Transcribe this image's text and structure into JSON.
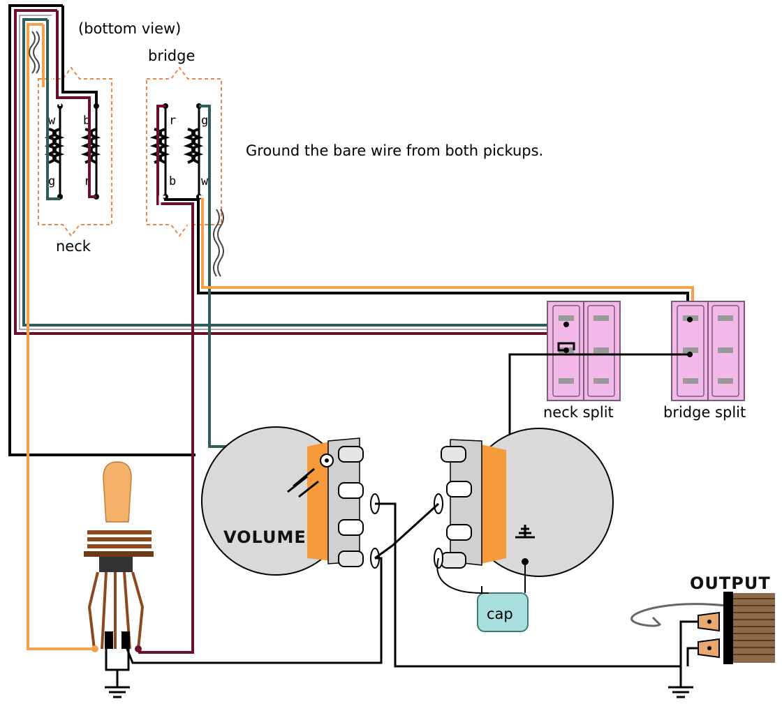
{
  "labels": {
    "view_note": "(bottom view)",
    "bridge_label": "bridge",
    "neck_label": "neck",
    "ground_note": "Ground the bare wire from both pickups.",
    "neck_split": "neck split",
    "bridge_split": "bridge split",
    "volume": "VOLUME",
    "cap": "cap",
    "output": "OUTPUT"
  },
  "neck_pickup": {
    "coil_left_top": "w",
    "coil_left_bottom": "g",
    "coil_right_top": "b",
    "coil_right_bottom": "r"
  },
  "bridge_pickup": {
    "coil_left_top": "r",
    "coil_left_bottom": "b",
    "coil_right_top": "g",
    "coil_right_bottom": "w"
  },
  "colors": {
    "black_wire": "#000000",
    "white_wire": "#ffffff",
    "green_wire": "#2f5e5a",
    "red_wire": "#6b0f2a",
    "orange_wire": "#f5a04a",
    "pot_body": "#d9d9d9",
    "switch_pink": "#f2b8e8",
    "cap_fill": "#a9dede",
    "pickup_outline": "#e8874a",
    "lug_brown": "#8b4a1e",
    "toggle_tip": "#f5b06a"
  }
}
